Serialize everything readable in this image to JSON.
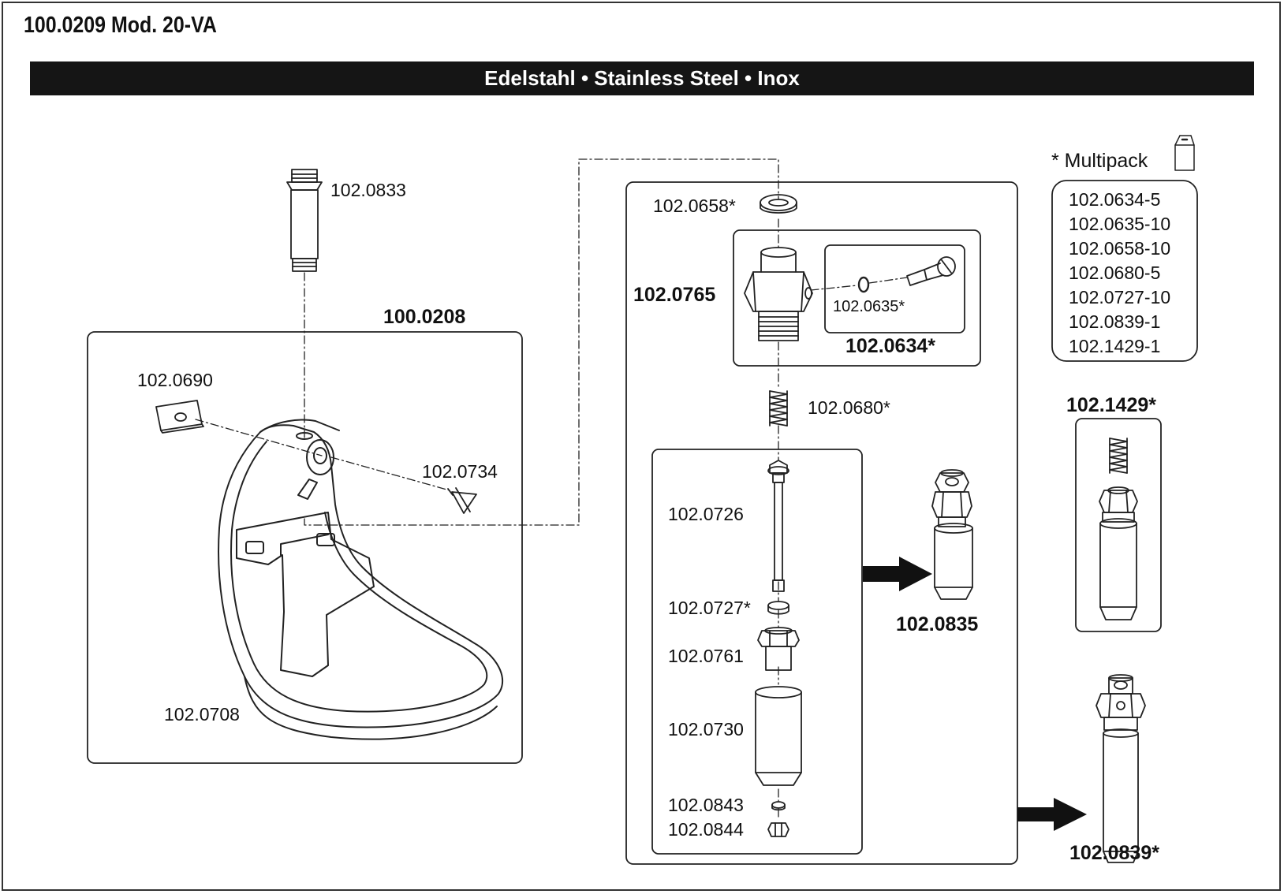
{
  "header": {
    "title": "100.0209 Mod. 20-VA",
    "banner": "Edelstahl • Stainless Steel • Inox"
  },
  "bowl": {
    "assembly_label": "100.0208",
    "parts": {
      "pipe": "102.0833",
      "clamp_plate": "102.0690",
      "screw": "102.0734",
      "bowl": "102.0708"
    }
  },
  "valve": {
    "washer": "102.0658*",
    "body": "102.0765",
    "oring": "102.0635*",
    "set_kit": "102.0634*",
    "spring": "102.0680*",
    "stem": "102.0726",
    "seal": "102.0727*",
    "nut_body": "102.0761",
    "sleeve": "102.0730",
    "washer_small": "102.0843",
    "nut_small": "102.0844",
    "assembly_result": "102.0835"
  },
  "multipack": {
    "heading": "* Multipack",
    "items": [
      "102.0634-5",
      "102.0635-10",
      "102.0658-10",
      "102.0680-5",
      "102.0727-10",
      "102.0839-1",
      "102.1429-1"
    ]
  },
  "kits": {
    "kit_1429": "102.1429*",
    "kit_0839": "102.0839*"
  },
  "icons": [
    "multipack-box-icon",
    "arrow-right-icon"
  ]
}
